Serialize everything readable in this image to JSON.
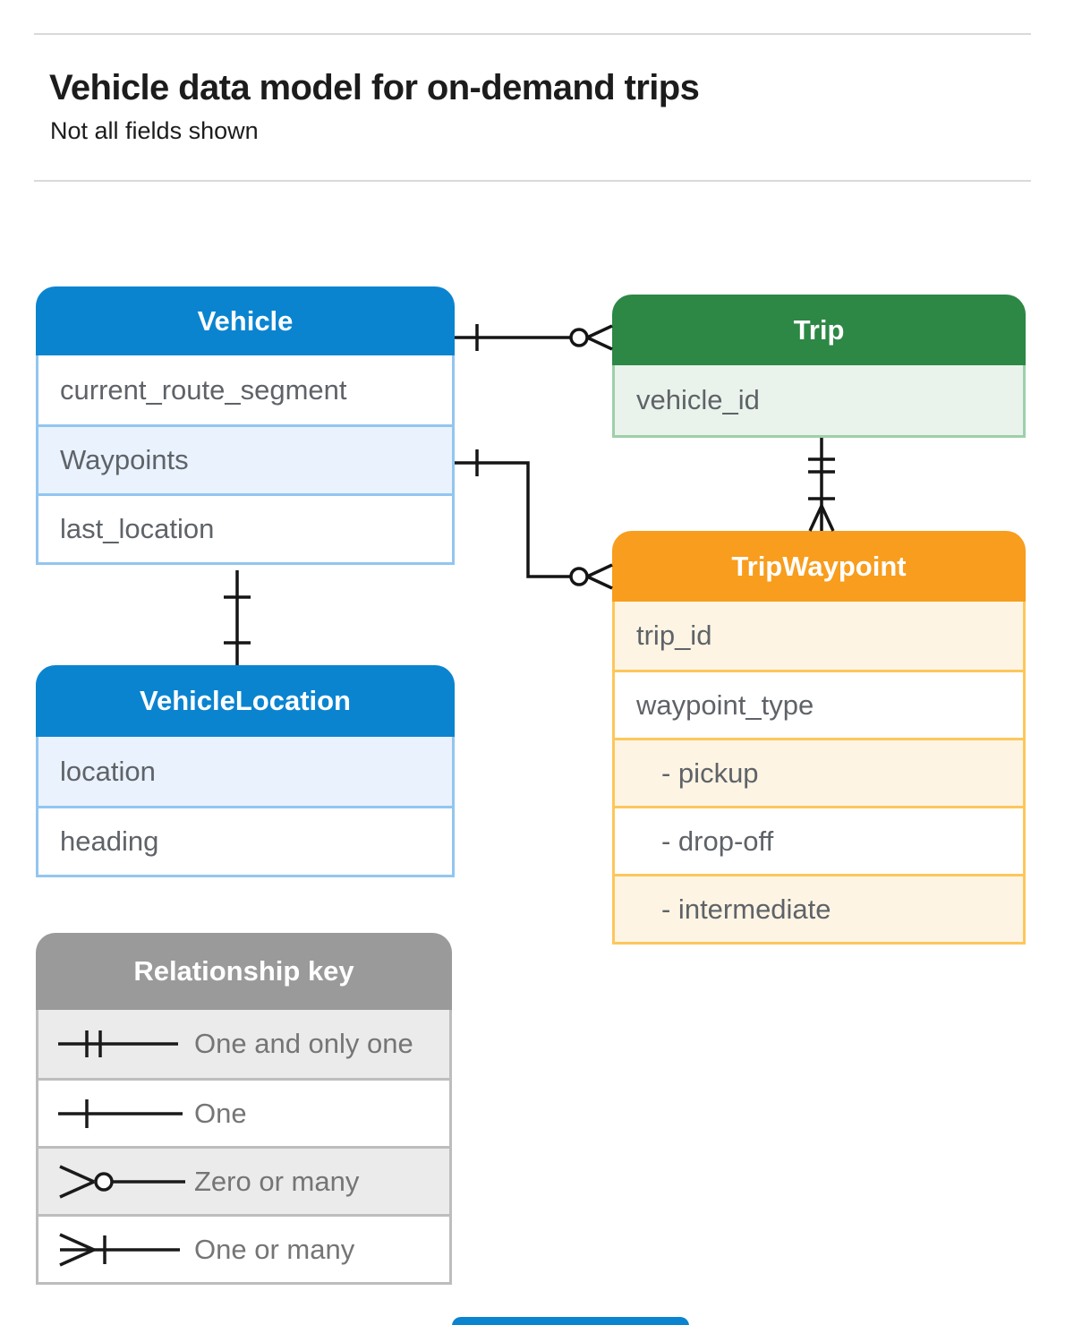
{
  "page": {
    "title": "Vehicle data model for on-demand trips",
    "subtitle": "Not all fields shown"
  },
  "entities": {
    "vehicle": {
      "title": "Vehicle",
      "fields": [
        "current_route_segment",
        "Waypoints",
        "last_location"
      ]
    },
    "trip": {
      "title": "Trip",
      "fields": [
        "vehicle_id"
      ]
    },
    "trip_waypoint": {
      "title": "TripWaypoint",
      "fields": [
        "trip_id",
        "waypoint_type",
        "- pickup",
        "- drop-off",
        "- intermediate"
      ]
    },
    "vehicle_location": {
      "title": "VehicleLocation",
      "fields": [
        "location",
        "heading"
      ]
    }
  },
  "legend": {
    "title": "Relationship key",
    "items": [
      {
        "symbol": "one-and-only-one-symbol",
        "label": "One and only one"
      },
      {
        "symbol": "one-symbol",
        "label": "One"
      },
      {
        "symbol": "zero-or-many-symbol",
        "label": "Zero or many"
      },
      {
        "symbol": "one-or-many-symbol",
        "label": "One or many"
      }
    ]
  },
  "relationships": [
    {
      "from": "Vehicle",
      "to": "Trip",
      "from_cardinality": "one",
      "to_cardinality": "zero-or-many"
    },
    {
      "from": "Vehicle.Waypoints",
      "to": "TripWaypoint",
      "from_cardinality": "one",
      "to_cardinality": "zero-or-many"
    },
    {
      "from": "Trip",
      "to": "TripWaypoint",
      "from_cardinality": "one-and-only-one",
      "to_cardinality": "one-or-many"
    },
    {
      "from": "Vehicle.last_location",
      "to": "VehicleLocation",
      "from_cardinality": "one",
      "to_cardinality": "one"
    }
  ],
  "colors": {
    "blue_header": "#0b84d0",
    "blue_tint_row": "#e9f2fd",
    "blue_border": "#92c6f0",
    "green_header": "#2d8745",
    "green_tint_row": "#e9f3ec",
    "green_border": "#9ecfaa",
    "orange_header": "#f89d1d",
    "orange_tint_row": "#fdf4e4",
    "orange_border": "#fdc75b",
    "gray_header": "#9a9a9a",
    "gray_tint_row": "#ebebeb",
    "gray_border": "#bdbdbd",
    "field_text": "#5f6368",
    "legend_text": "#757575",
    "connector": "#151515"
  }
}
